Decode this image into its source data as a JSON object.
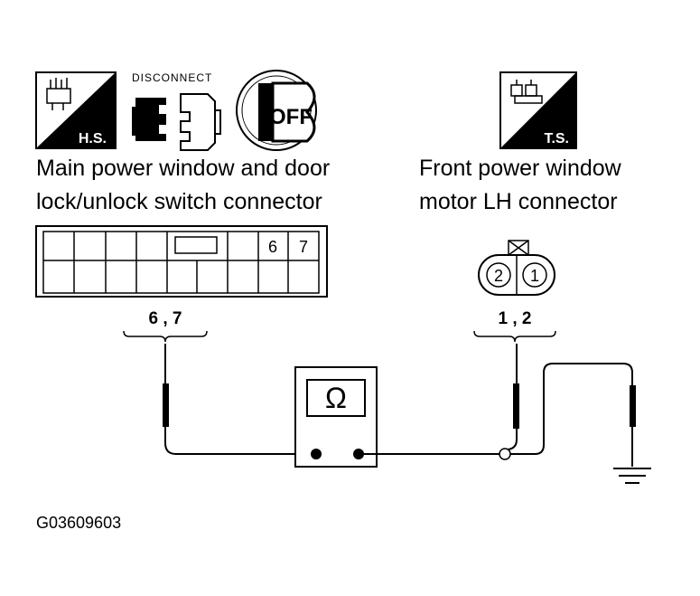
{
  "icons": {
    "hs_badge": "H.S.",
    "disconnect_label": "DISCONNECT",
    "ignition_off": "OFF",
    "ts_badge": "T.S."
  },
  "connectors": {
    "left": {
      "title_line1": "Main power window and door",
      "title_line2": "lock/unlock switch connector",
      "pin_a": "6",
      "pin_b": "7",
      "probe_terminals": "6 , 7"
    },
    "right": {
      "title_line1": "Front power window",
      "title_line2": "motor LH connector",
      "pin_a": "2",
      "pin_b": "1",
      "probe_terminals": "1 , 2"
    }
  },
  "meter": {
    "symbol": "Ω",
    "icon": "ohmmeter-icon"
  },
  "figure_id": "G03609603"
}
